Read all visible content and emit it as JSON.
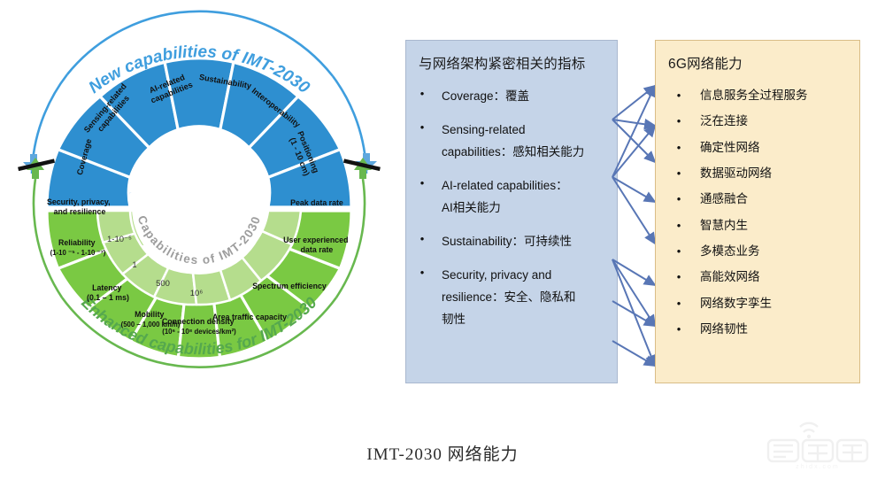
{
  "caption": "IMT-2030 网络能力",
  "watermark": {
    "brand": "智东西",
    "domain": "zhidx.com"
  },
  "wheel": {
    "title_top": "New capabilities of IMT-2030",
    "title_bottom": "Enhanced capabilities for IMT-2030",
    "center_label": "Capabilities of IMT-2030",
    "colors": {
      "new": "#2e8fd0",
      "enhanced": "#7ac943",
      "enhanced_inner": "#b5dd8d",
      "title_new": "#3f9ede",
      "title_enhanced": "#55a84e",
      "center_text": "#9d9d9d"
    },
    "new_capabilities": [
      {
        "label": "Coverage",
        "sub": ""
      },
      {
        "label": "Sensing-related",
        "sub": "capabilities"
      },
      {
        "label": "AI-related",
        "sub": "capabilities"
      },
      {
        "label": "Sustainability",
        "sub": ""
      },
      {
        "label": "Interoperability",
        "sub": ""
      },
      {
        "label": "Positioning",
        "sub": "(1 - 10 cm)"
      }
    ],
    "enhanced_capabilities": [
      {
        "label": "Security, privacy,",
        "sub": "and resilience",
        "value": ""
      },
      {
        "label": "Reliability",
        "sub": "(1-10 ⁻⁵ - 1-10 ⁻⁷)",
        "value": "1-10⁻⁵"
      },
      {
        "label": "Latency",
        "sub": "(0.1 – 1 ms)",
        "value": "1"
      },
      {
        "label": "Mobility",
        "sub": "(500 – 1,000 km/h)",
        "value": "500"
      },
      {
        "label": "Connection density",
        "sub": "(10⁶ - 10⁸ devices/km²)",
        "value": "10⁶"
      },
      {
        "label": "Area traffic capacity",
        "sub": "",
        "value": ""
      },
      {
        "label": "Spectrum efficiency",
        "sub": "",
        "value": ""
      },
      {
        "label": "User experienced",
        "sub": "data rate",
        "value": ""
      },
      {
        "label": "Peak data rate",
        "sub": "",
        "value": ""
      }
    ]
  },
  "panel_arch": {
    "title": "与网络架构紧密相关的指标",
    "bg": "#c5d4e8",
    "bullet_char": "•",
    "items": [
      {
        "line1": "Coverage：覆盖",
        "line2": ""
      },
      {
        "line1": "Sensing-related",
        "line2": "capabilities：感知相关能力"
      },
      {
        "line1": "AI-related capabilities：",
        "line2": "AI相关能力"
      },
      {
        "line1": "Sustainability：可持续性",
        "line2": ""
      },
      {
        "line1": "Security, privacy and",
        "line2": "resilience：安全、隐私和",
        "line3": "韧性"
      }
    ]
  },
  "panel_6g": {
    "title": "6G网络能力",
    "bg": "#fbecca",
    "bullet_char": "•",
    "items": [
      {
        "label": "信息服务全过程服务"
      },
      {
        "label": "泛在连接"
      },
      {
        "label": "确定性网络"
      },
      {
        "label": "数据驱动网络"
      },
      {
        "label": "通感融合"
      },
      {
        "label": "智慧内生"
      },
      {
        "label": "多模态业务"
      },
      {
        "label": "高能效网络"
      },
      {
        "label": "网络数字孪生"
      },
      {
        "label": "网络韧性"
      }
    ]
  },
  "arrows": {
    "color": "#5876b5",
    "count": 12
  }
}
